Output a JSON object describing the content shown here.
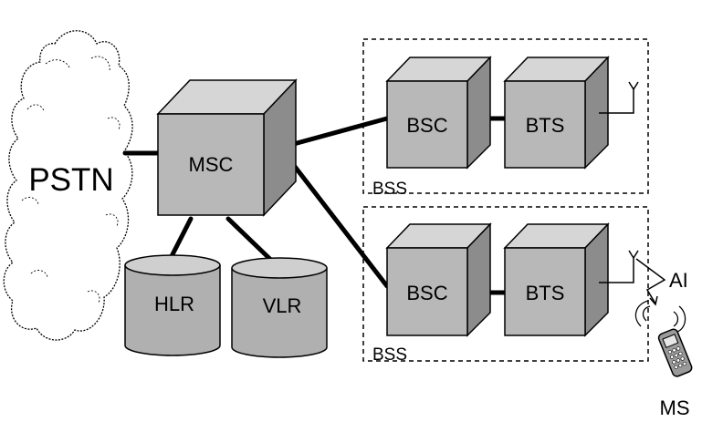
{
  "diagram": {
    "pstn": "PSTN",
    "msc": "MSC",
    "hlr": "HLR",
    "vlr": "VLR",
    "bss_top": {
      "bsc": "BSC",
      "bts": "BTS",
      "label": "BSS"
    },
    "bss_bottom": {
      "bsc": "BSC",
      "bts": "BTS",
      "label": "BSS"
    },
    "air_interface": "AI",
    "mobile_station": "MS"
  },
  "colors": {
    "face_front": "#b8b8b8",
    "face_top": "#d6d6d6",
    "face_side": "#8c8c8c",
    "stroke": "#000000"
  }
}
